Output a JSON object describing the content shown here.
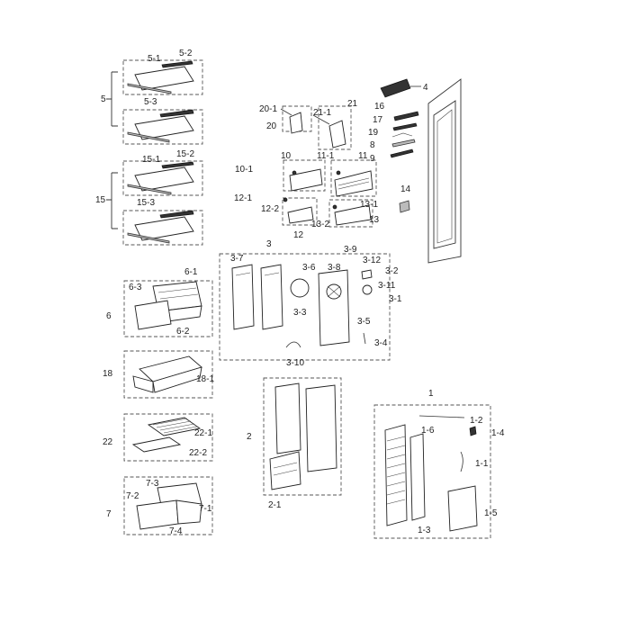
{
  "labels": {
    "l5": "5",
    "l5_1": "5-1",
    "l5_2": "5-2",
    "l5_3": "5-3",
    "l15": "15",
    "l15_1": "15-1",
    "l15_2": "15-2",
    "l15_3": "15-3",
    "l6": "6",
    "l6_1": "6-1",
    "l6_2": "6-2",
    "l6_3": "6-3",
    "l18": "18",
    "l18_1": "18-1",
    "l22": "22",
    "l22_1": "22-1",
    "l22_2": "22-2",
    "l7": "7",
    "l7_1": "7-1",
    "l7_2": "7-2",
    "l7_3": "7-3",
    "l7_4": "7-4",
    "l20": "20",
    "l20_1": "20-1",
    "l21": "21",
    "l21_1": "21-1",
    "l10": "10",
    "l10_1": "10-1",
    "l11": "11",
    "l11_1": "11-1",
    "l12": "12",
    "l12_1": "12-1",
    "l12_2": "12-2",
    "l13": "13",
    "l13_1": "13-1",
    "l13_2": "13-2",
    "l4": "4",
    "l16": "16",
    "l17": "17",
    "l19": "19",
    "l8": "8",
    "l9": "9",
    "l14": "14",
    "l3": "3",
    "l3_1": "3-1",
    "l3_2": "3-2",
    "l3_3": "3-3",
    "l3_4": "3-4",
    "l3_5": "3-5",
    "l3_6": "3-6",
    "l3_7": "3-7",
    "l3_8": "3-8",
    "l3_9": "3-9",
    "l3_10": "3-10",
    "l3_11": "3-11",
    "l3_12": "3-12",
    "l2": "2",
    "l2_1": "2-1",
    "l1": "1",
    "l1_1": "1-1",
    "l1_2": "1-2",
    "l1_3": "1-3",
    "l1_4": "1-4",
    "l1_5": "1-5",
    "l1_6": "1-6"
  }
}
